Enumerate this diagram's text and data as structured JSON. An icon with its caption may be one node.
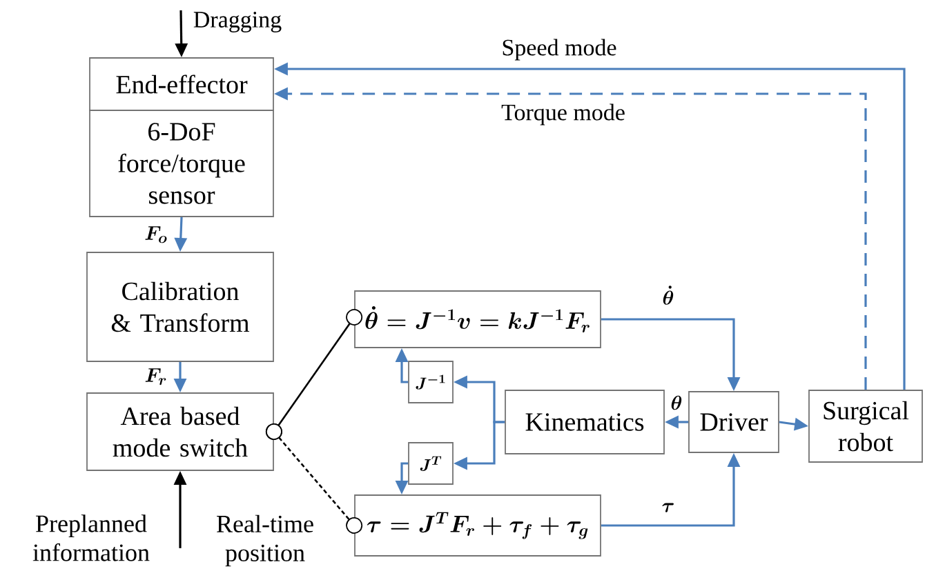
{
  "diagram": {
    "nodes": [
      {
        "text": [
          "End-effector"
        ]
      },
      {
        "text": [
          "6-DoF force/torque sensor"
        ]
      },
      {
        "text": [
          "Calibration & Transform"
        ]
      },
      {
        "text": [
          "Area based mode switch"
        ]
      },
      {
        "text": [
          "\\dot{\\theta}=J^{-1}v=kJ^{-1}F_r"
        ]
      },
      {
        "text": [
          "J^{-1}"
        ]
      },
      {
        "text": [
          "J^{T}"
        ]
      },
      {
        "text": [
          "Kinematics"
        ]
      },
      {
        "text": [
          "Driver"
        ]
      },
      {
        "text": [
          "Surgical robot"
        ]
      },
      {
        "text": [
          "\\tau=J^{T}F_r+\\tau_f+\\tau_g"
        ]
      }
    ],
    "edges": [
      {
        "from": null,
        "to": 0,
        "arrow": "to",
        "label": "Dragging",
        "color": "#000000"
      },
      {
        "from": 9,
        "to": 0,
        "arrow": "to",
        "label": "Speed mode"
      },
      {
        "from": 9,
        "to": 0,
        "arrow": "to",
        "label": "Torque mode",
        "style": "dashed"
      },
      {
        "from": 1,
        "to": 2,
        "arrow": "to",
        "label": "F_o"
      },
      {
        "from": 2,
        "to": 3,
        "arrow": "to",
        "label": "F_r"
      },
      {
        "from": 3,
        "to": 4,
        "arrow": "other",
        "color": "#000000"
      },
      {
        "from": 3,
        "to": 10,
        "arrow": "other",
        "style": "dashed",
        "color": "#000000"
      },
      {
        "from": 4,
        "to": 8,
        "arrow": "to",
        "label": "\\dot{\\theta}"
      },
      {
        "from": 10,
        "to": 8,
        "arrow": "to",
        "label": "\\tau"
      },
      {
        "from": 8,
        "to": 7,
        "arrow": "to",
        "label": "\\theta"
      },
      {
        "from": 8,
        "to": 9,
        "arrow": "to"
      },
      {
        "from": 7,
        "to": 5,
        "arrow": "to"
      },
      {
        "from": 7,
        "to": 6,
        "arrow": "to"
      },
      {
        "from": 5,
        "to": 4,
        "arrow": "to"
      },
      {
        "from": 6,
        "to": 10,
        "arrow": "to"
      },
      {
        "from": null,
        "to": 3,
        "arrow": "to",
        "color": "#000000"
      }
    ],
    "labels": [
      "Preplanned information",
      "Real-time position"
    ]
  }
}
